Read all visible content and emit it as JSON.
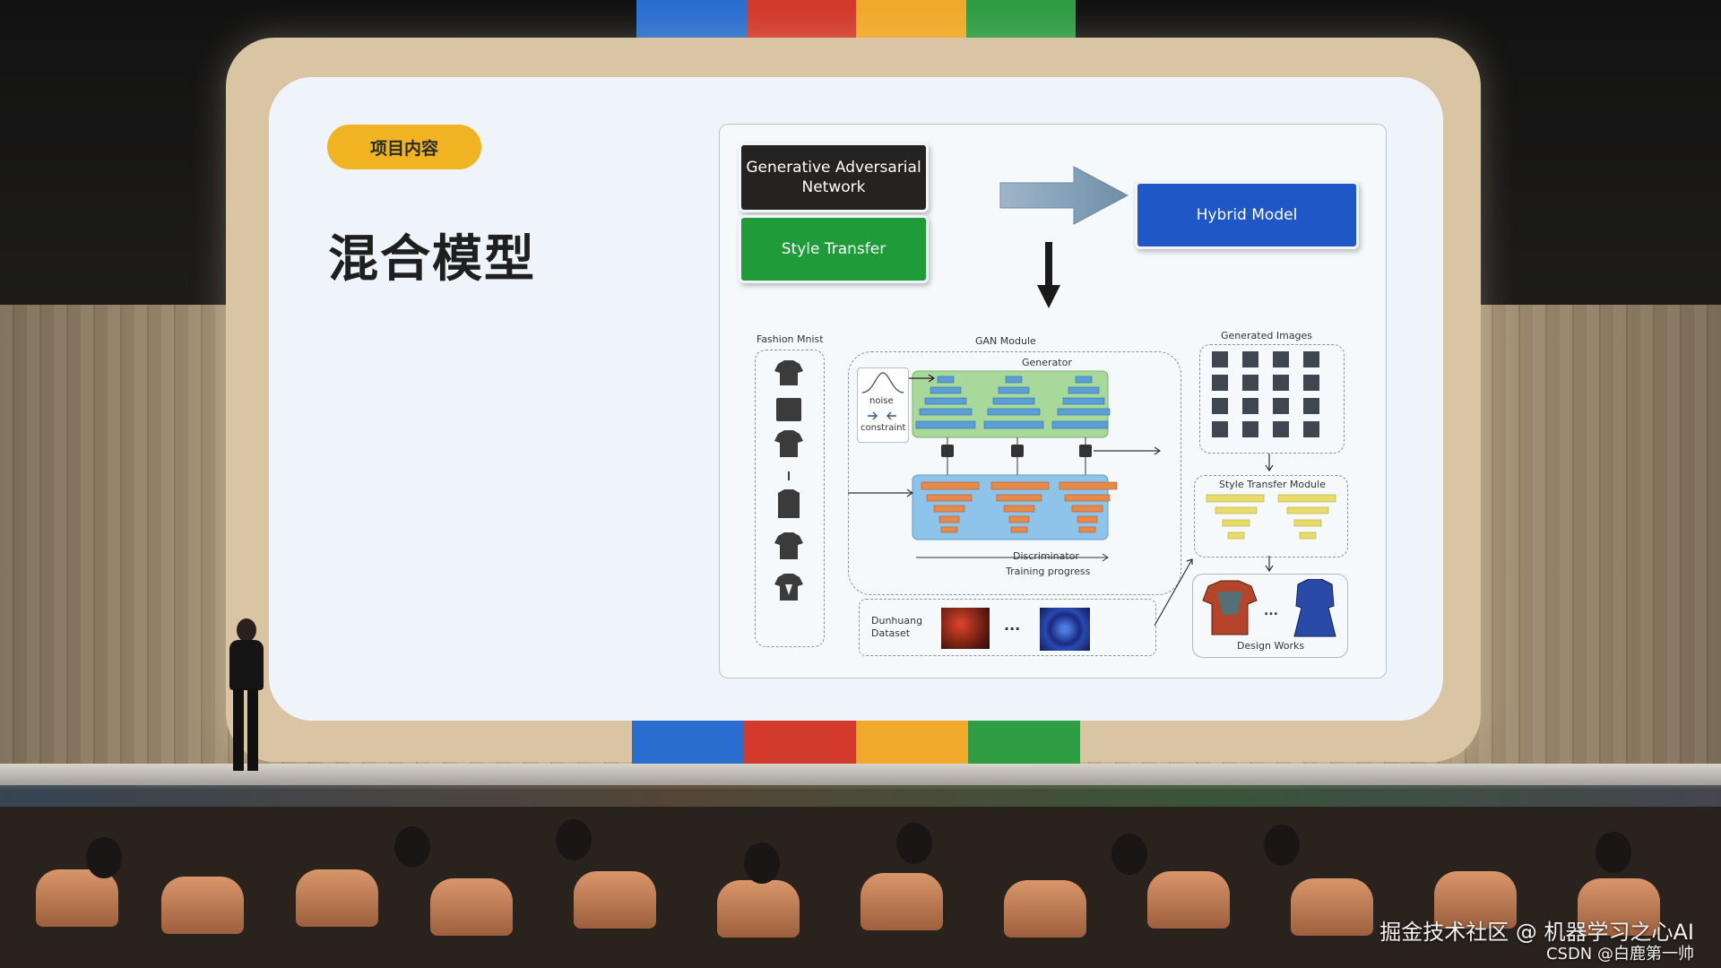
{
  "slide": {
    "tag_label": "项目内容",
    "title": "混合模型"
  },
  "diagram": {
    "gan_box": "Generative Adversarial Network",
    "style_box": "Style Transfer",
    "hybrid_box": "Hybrid  Model",
    "fashion_mnist_label": "Fashion Mnist",
    "gan_module_label": "GAN Module",
    "generator_label": "Generator",
    "noise_label": "noise",
    "constraint_label": "constraint",
    "discriminator_label": "Discriminator",
    "training_progress_label": "Training progress",
    "dunhuang_label_line1": "Dunhuang",
    "dunhuang_label_line2": "Dataset",
    "ellipsis": "...",
    "generated_images_label": "Generated Images",
    "style_transfer_module_label": "Style Transfer Module",
    "design_works_label": "Design Works"
  },
  "watermark": {
    "line1": "掘金技术社区 @ 机器学习之心AI",
    "line2": "CSDN @白鹿第一帅"
  },
  "colors": {
    "tag": "#f0b322",
    "gan_box": "#242322",
    "style_box": "#1f9b3a",
    "hybrid_box": "#1f57c6",
    "generator_panel": "#a8d89a",
    "discriminator_panel": "#8ec4ea",
    "stripe_blue": "#2a6fd0",
    "stripe_red": "#d23a2c",
    "stripe_orange": "#f0a92a",
    "stripe_green": "#2e9d44"
  }
}
